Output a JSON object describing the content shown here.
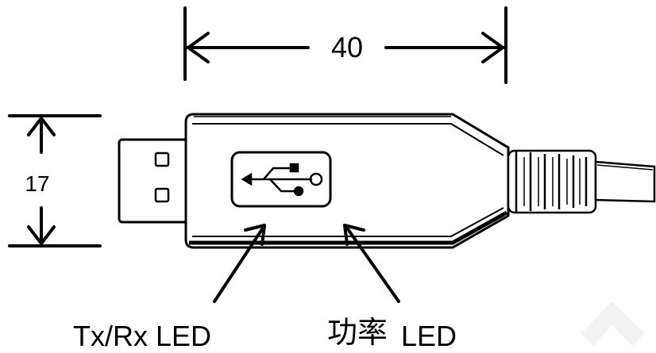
{
  "dimensions": {
    "width_value": "40",
    "height_value": "17"
  },
  "callouts": {
    "txrx_led": "Tx/Rx LED",
    "power_led_cjk": "功率",
    "power_led_suffix": "LED"
  },
  "icons": {
    "usb_symbol": "usb-trident-icon"
  }
}
